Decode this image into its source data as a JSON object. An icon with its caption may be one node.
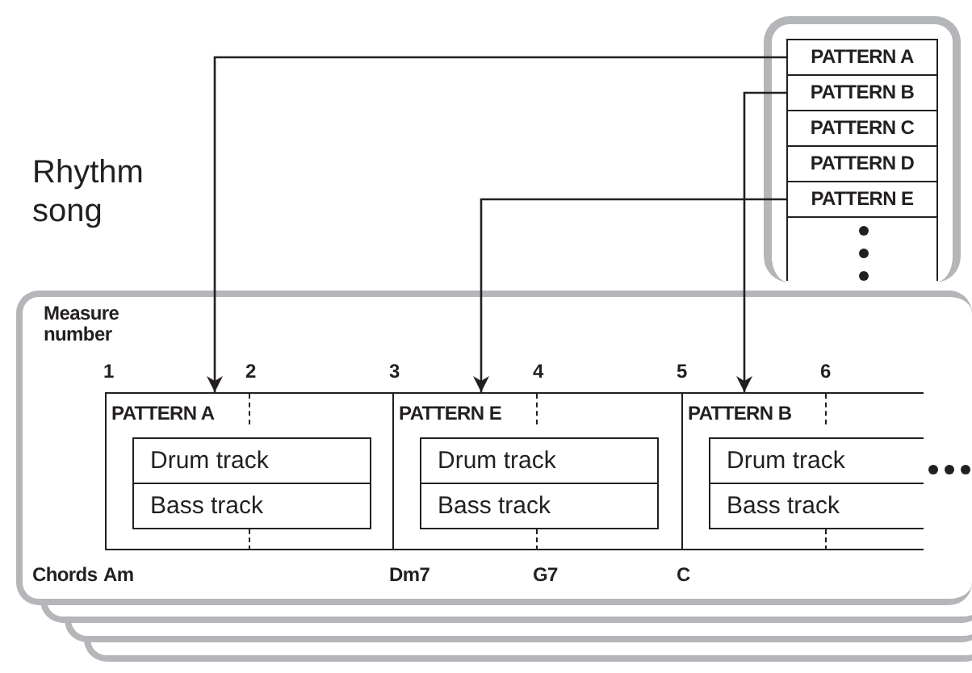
{
  "diagram": {
    "nodes": [
      {
        "text": [],
        "shape": "box"
      },
      {
        "text": [
          "PATTERN A"
        ],
        "in": 0
      },
      {
        "text": [
          "PATTERN B"
        ],
        "in": 0
      },
      {
        "text": [
          "PATTERN C"
        ],
        "in": 0
      },
      {
        "text": [
          "PATTERN D"
        ],
        "in": 0
      },
      {
        "text": [
          "PATTERN E"
        ],
        "in": 0
      },
      {
        "text": [
          "Rhythm song"
        ]
      },
      {
        "text": [
          "PATTERN A"
        ],
        "in": 6
      },
      {
        "text": [
          "Drum track"
        ],
        "in": 7
      },
      {
        "text": [
          "Bass track"
        ],
        "in": 7
      },
      {
        "text": [
          "PATTERN E"
        ],
        "in": 6
      },
      {
        "text": [
          "Drum track"
        ],
        "in": 10
      },
      {
        "text": [
          "Bass track"
        ],
        "in": 10
      },
      {
        "text": [
          "PATTERN B"
        ],
        "in": 6
      },
      {
        "text": [
          "Drum track"
        ],
        "in": 13
      },
      {
        "text": [
          "Bass track"
        ],
        "in": 13
      }
    ],
    "edges": [
      {
        "from": 1,
        "to": 7,
        "arrow": "to"
      },
      {
        "from": 5,
        "to": 10,
        "arrow": "to"
      },
      {
        "from": 2,
        "to": 13,
        "arrow": "to"
      }
    ],
    "labels": [
      "Measure number",
      "1",
      "2",
      "3",
      "4",
      "5",
      "6",
      "Chords",
      "Am",
      "Dm7",
      "G7",
      "C"
    ]
  }
}
